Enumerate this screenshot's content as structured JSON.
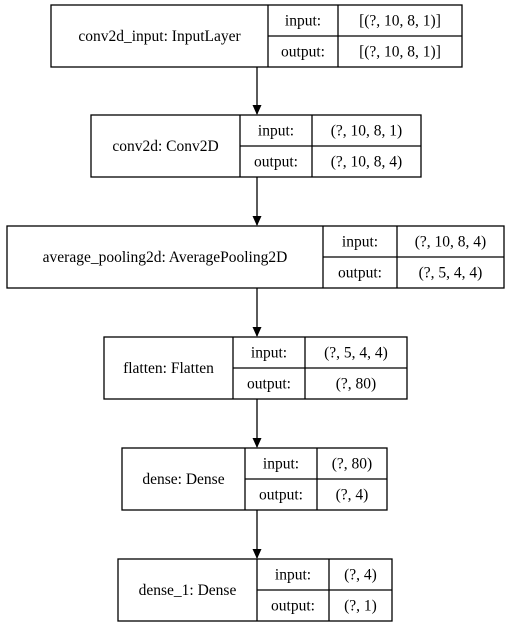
{
  "diagram": {
    "layers": [
      {
        "label": "conv2d_input: InputLayer",
        "input": "[(?, 10, 8, 1)]",
        "output": "[(?, 10, 8, 1)]"
      },
      {
        "label": "conv2d: Conv2D",
        "input": "(?, 10, 8, 1)",
        "output": "(?, 10, 8, 4)"
      },
      {
        "label": "average_pooling2d: AveragePooling2D",
        "input": "(?, 10, 8, 4)",
        "output": "(?, 5, 4, 4)"
      },
      {
        "label": "flatten: Flatten",
        "input": "(?, 5, 4, 4)",
        "output": "(?, 80)"
      },
      {
        "label": "dense: Dense",
        "input": "(?, 80)",
        "output": "(?, 4)"
      },
      {
        "label": "dense_1: Dense",
        "input": "(?, 4)",
        "output": "(?, 1)"
      }
    ],
    "input_caption": "input:",
    "output_caption": "output:"
  }
}
